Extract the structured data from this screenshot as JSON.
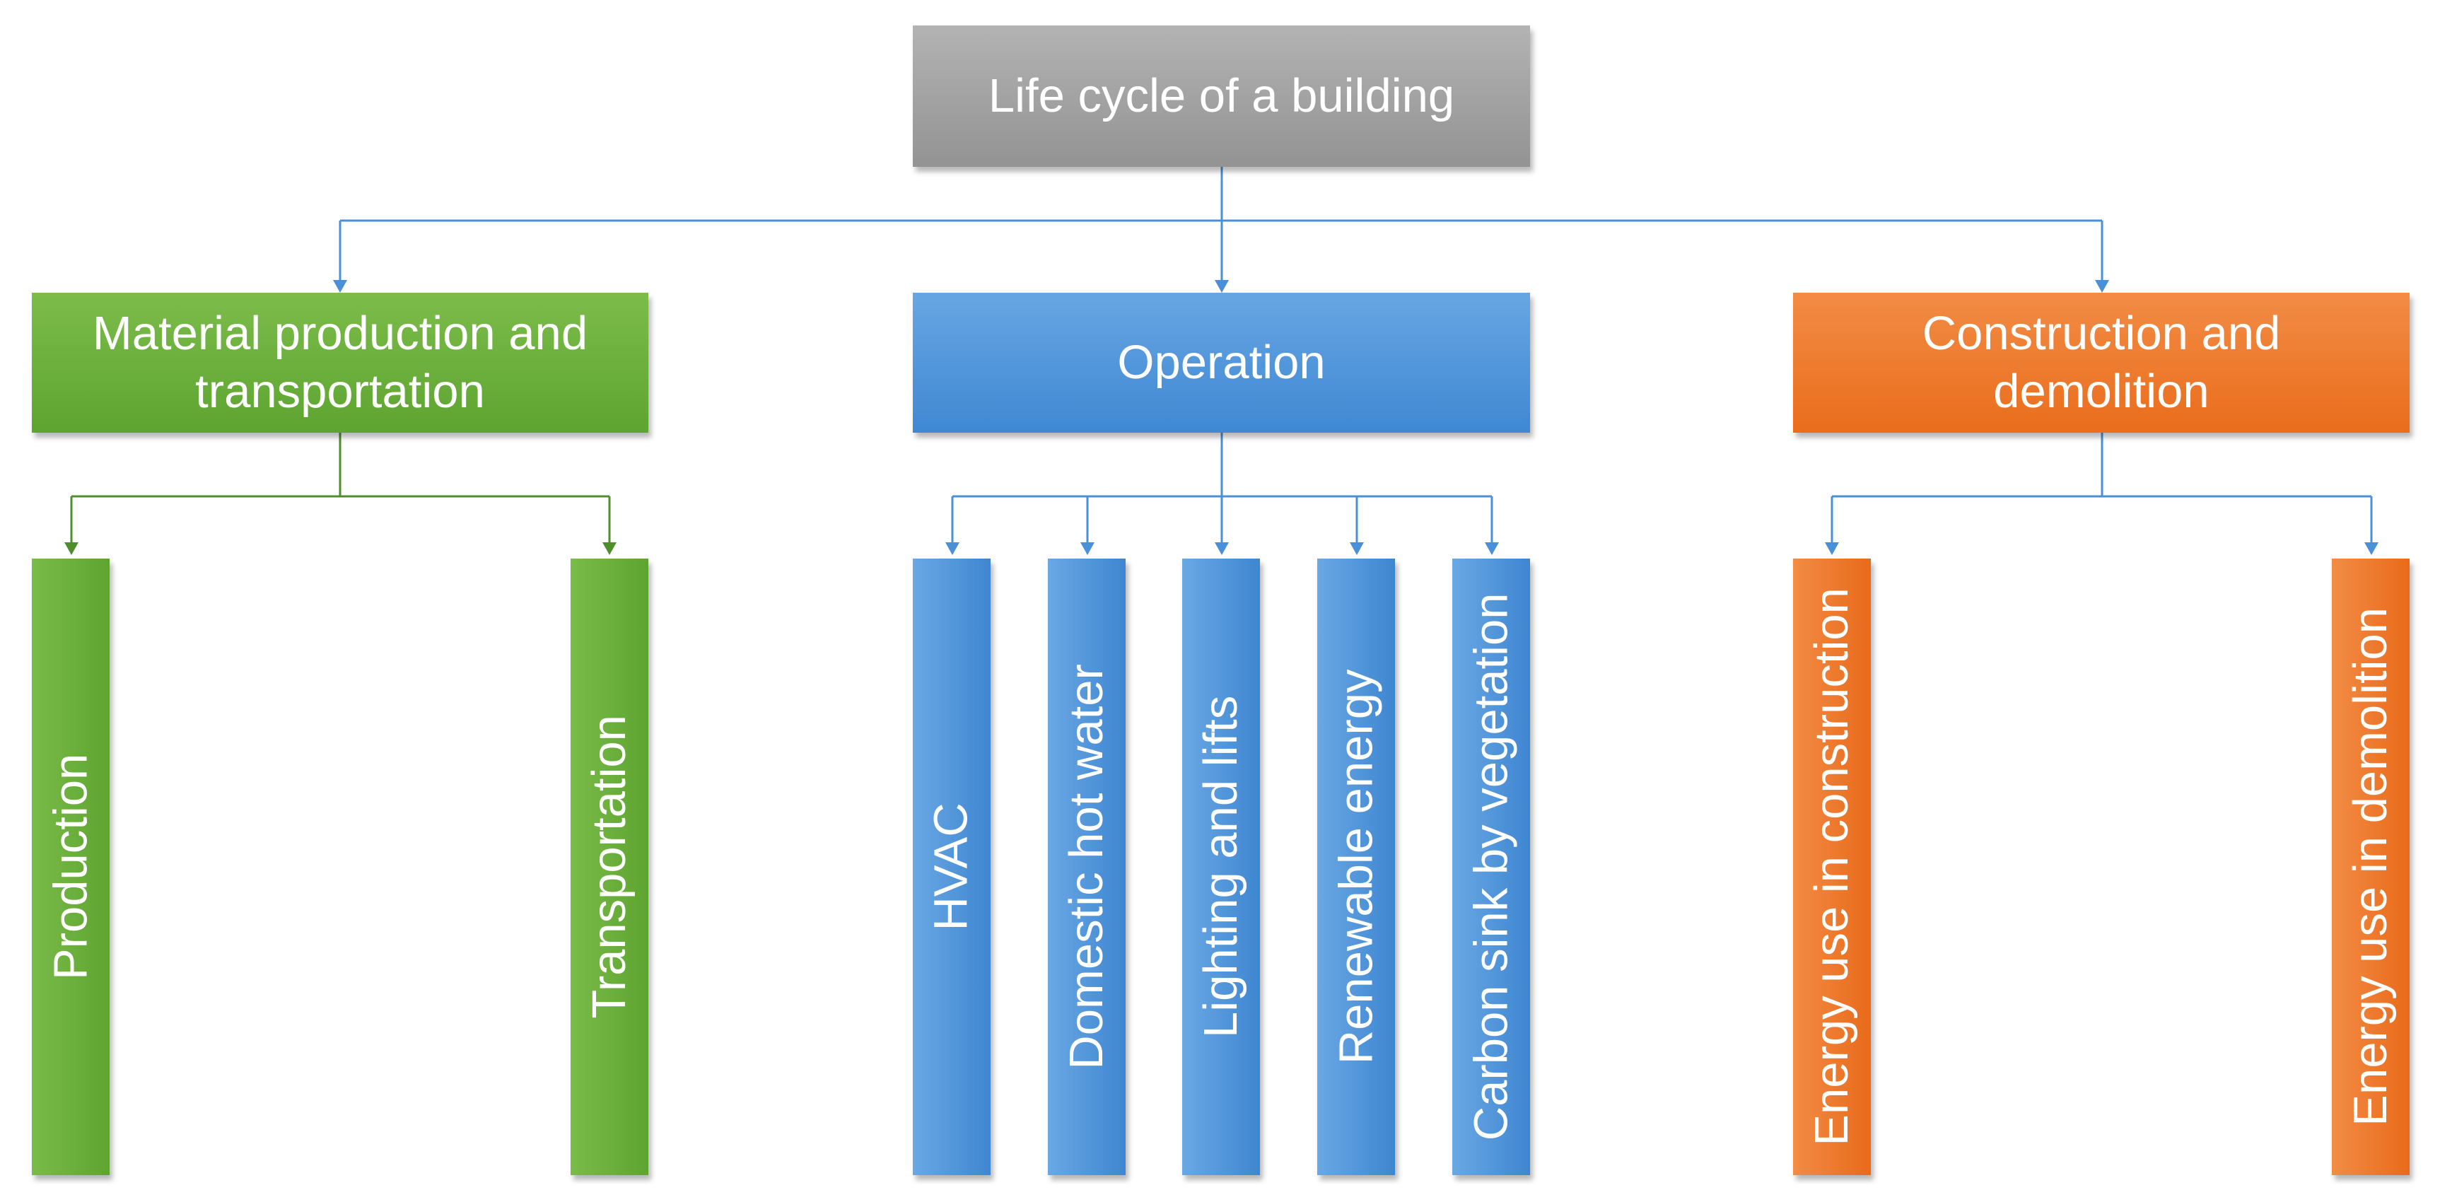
{
  "root": {
    "label": "Life cycle of a building"
  },
  "stages": [
    {
      "label": "Material production and transportation",
      "color": "#6aaf3d",
      "children": [
        "Production",
        "Transportation"
      ]
    },
    {
      "label": "Operation",
      "color": "#4a90d9",
      "children": [
        "HVAC",
        "Domestic hot water",
        "Lighting and lifts",
        "Renewable energy",
        "Carbon sink by vegetation"
      ]
    },
    {
      "label": "Construction and demolition",
      "color": "#ee7b2e",
      "children": [
        "Energy use in construction",
        "Energy use in demolition"
      ]
    }
  ],
  "colors": {
    "connector": "#4a90d9",
    "green_connector": "#4e8f2c"
  }
}
